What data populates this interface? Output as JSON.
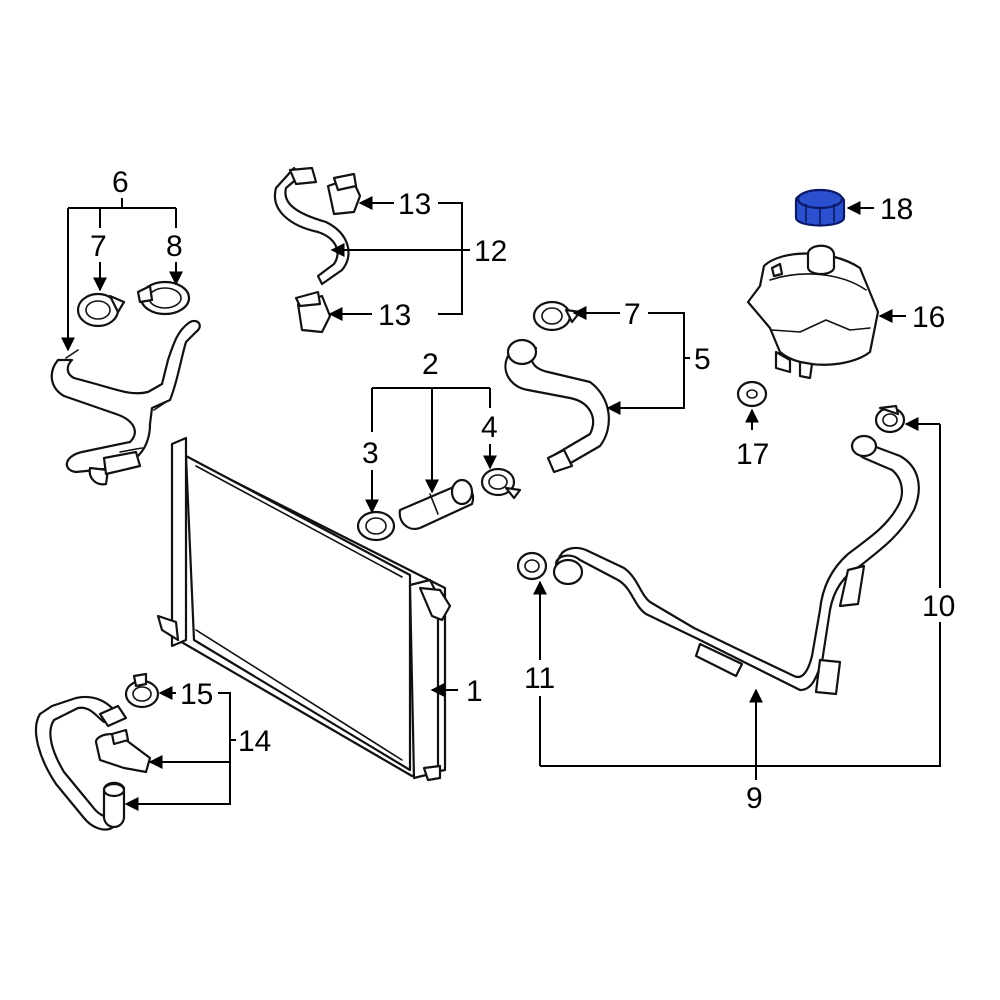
{
  "callouts": {
    "c1": "1",
    "c2": "2",
    "c3": "3",
    "c4": "4",
    "c5": "5",
    "c6": "6",
    "c7a": "7",
    "c7b": "7",
    "c8": "8",
    "c9": "9",
    "c10": "10",
    "c11": "11",
    "c12": "12",
    "c13a": "13",
    "c13b": "13",
    "c14": "14",
    "c15": "15",
    "c16": "16",
    "c17": "17",
    "c18": "18"
  },
  "colors": {
    "line": "#111111",
    "highlight": "#2b4fcf",
    "background": "#ffffff"
  },
  "highlighted_part": "18"
}
